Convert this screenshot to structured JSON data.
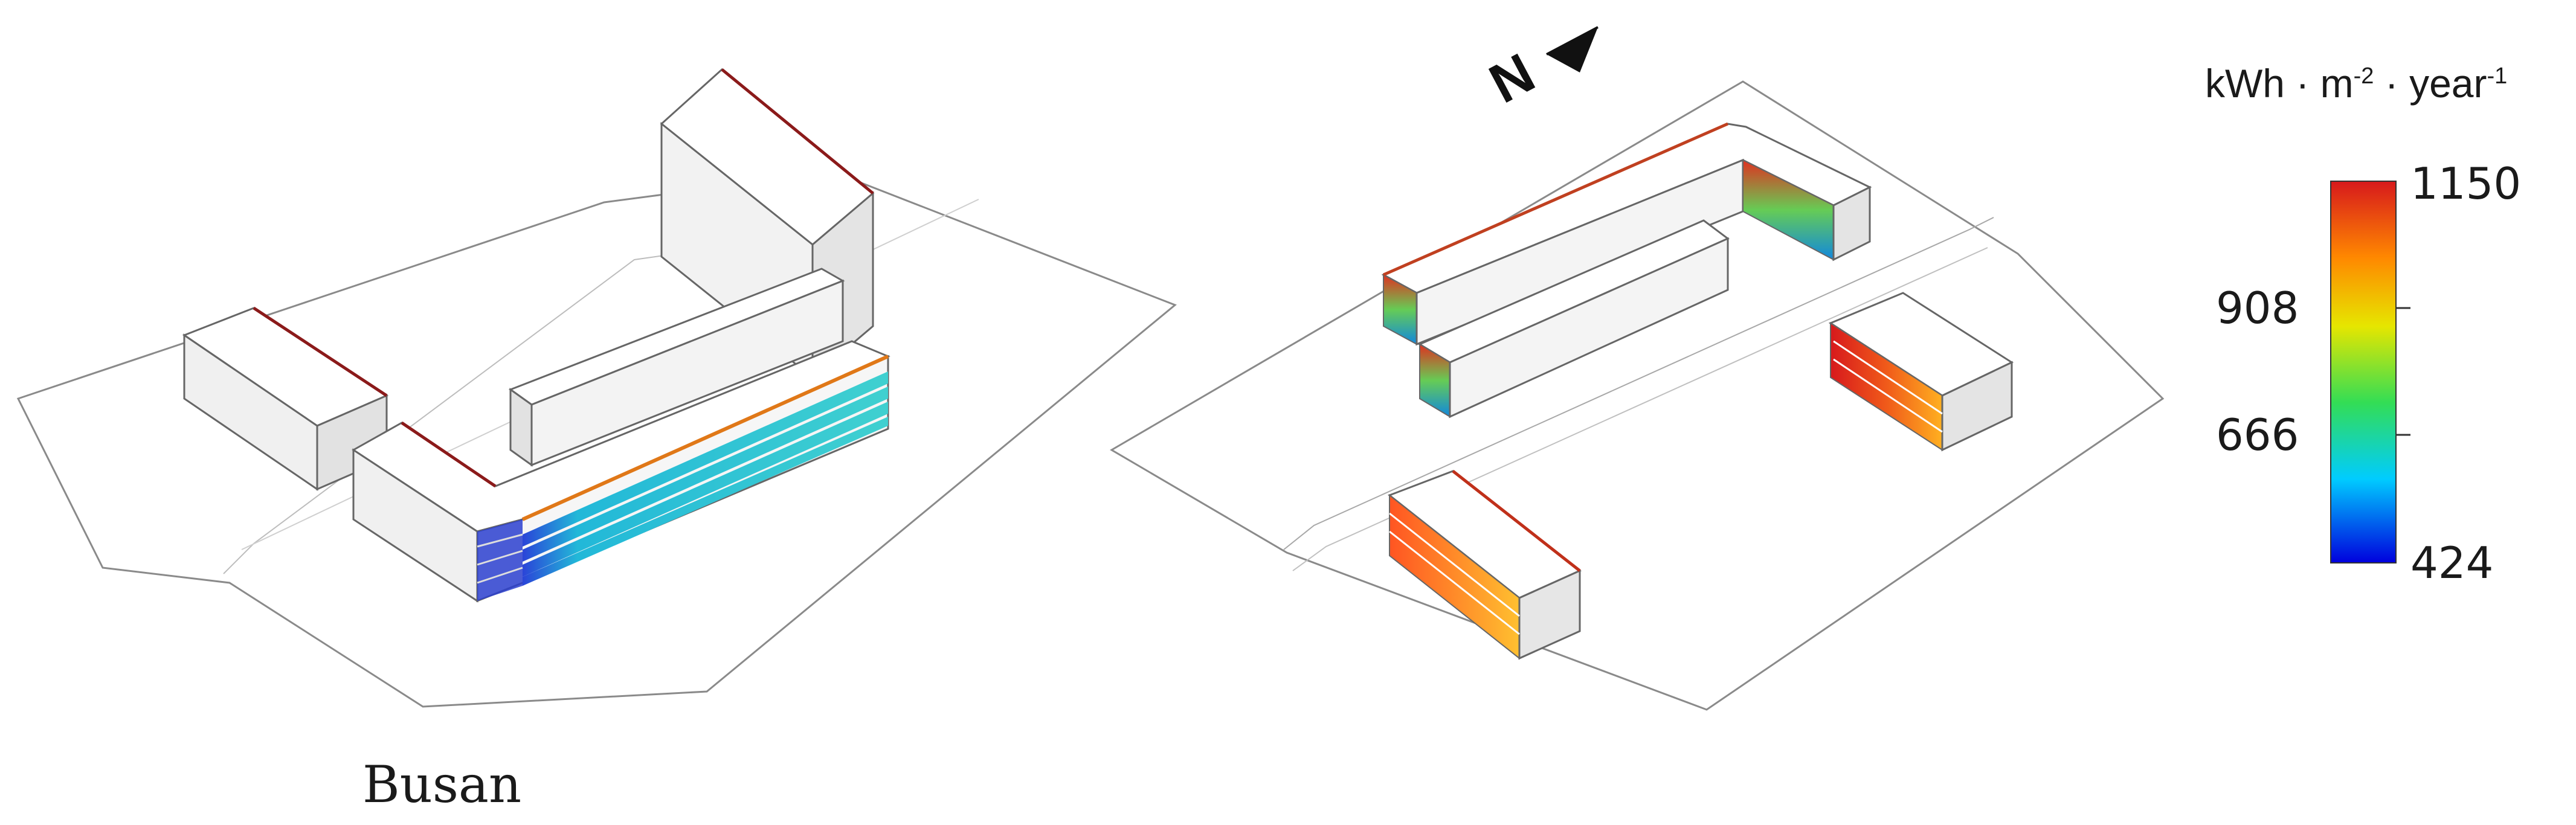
{
  "scene": {
    "city_label": "Busan",
    "north_label": "N"
  },
  "legend": {
    "unit_base": "kWh · m",
    "unit_exp1": "-2",
    "unit_mid": " · year",
    "unit_exp2": "-1",
    "ticks": [
      "1150",
      "908",
      "666",
      "424"
    ],
    "colors": [
      "#d7191c",
      "#ff8800",
      "#e6e600",
      "#33dd55",
      "#00ccff",
      "#0000dd"
    ]
  }
}
